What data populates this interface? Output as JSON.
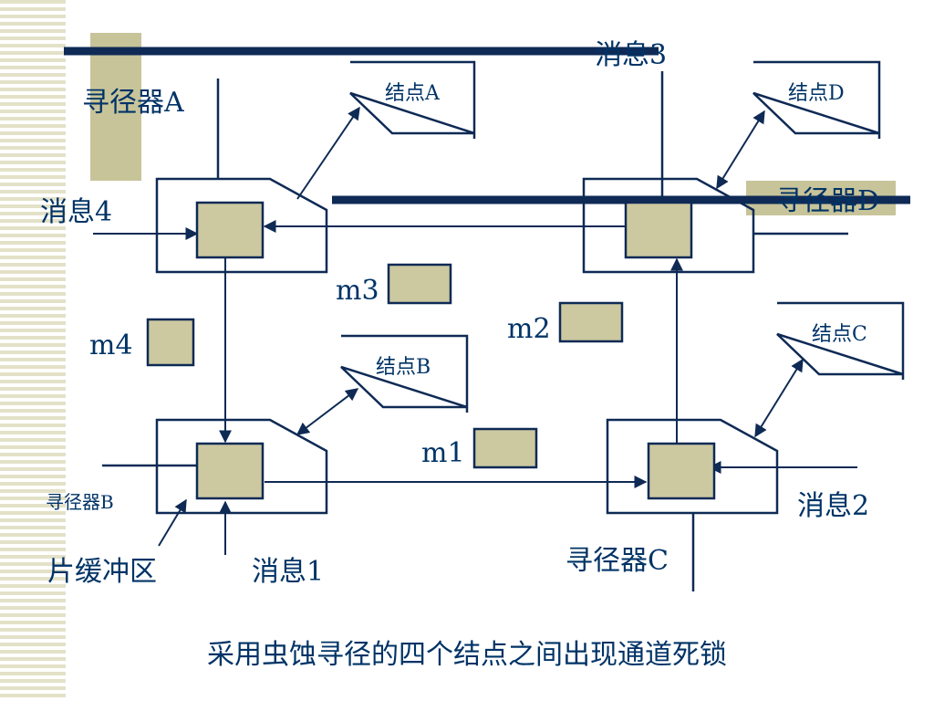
{
  "colors": {
    "line": "#0e2a55",
    "fill": "#ccc8a0",
    "accent": "#c8c49a",
    "text": "#003366",
    "stripe": "#e3e1c8"
  },
  "labels": {
    "router_a": "寻径器A",
    "router_b": "寻径器B",
    "router_c": "寻径器C",
    "router_d": "寻径器D",
    "msg1": "消息1",
    "msg2": "消息2",
    "msg3": "消息3",
    "msg4": "消息4",
    "node_a": "结点A",
    "node_b": "结点B",
    "node_c": "结点C",
    "node_d": "结点D",
    "m1": "m1",
    "m2": "m2",
    "m3": "m3",
    "m4": "m4",
    "flit_buffer": "片缓冲区"
  },
  "caption": "采用虫蚀寻径的四个结点之间出现通道死锁"
}
